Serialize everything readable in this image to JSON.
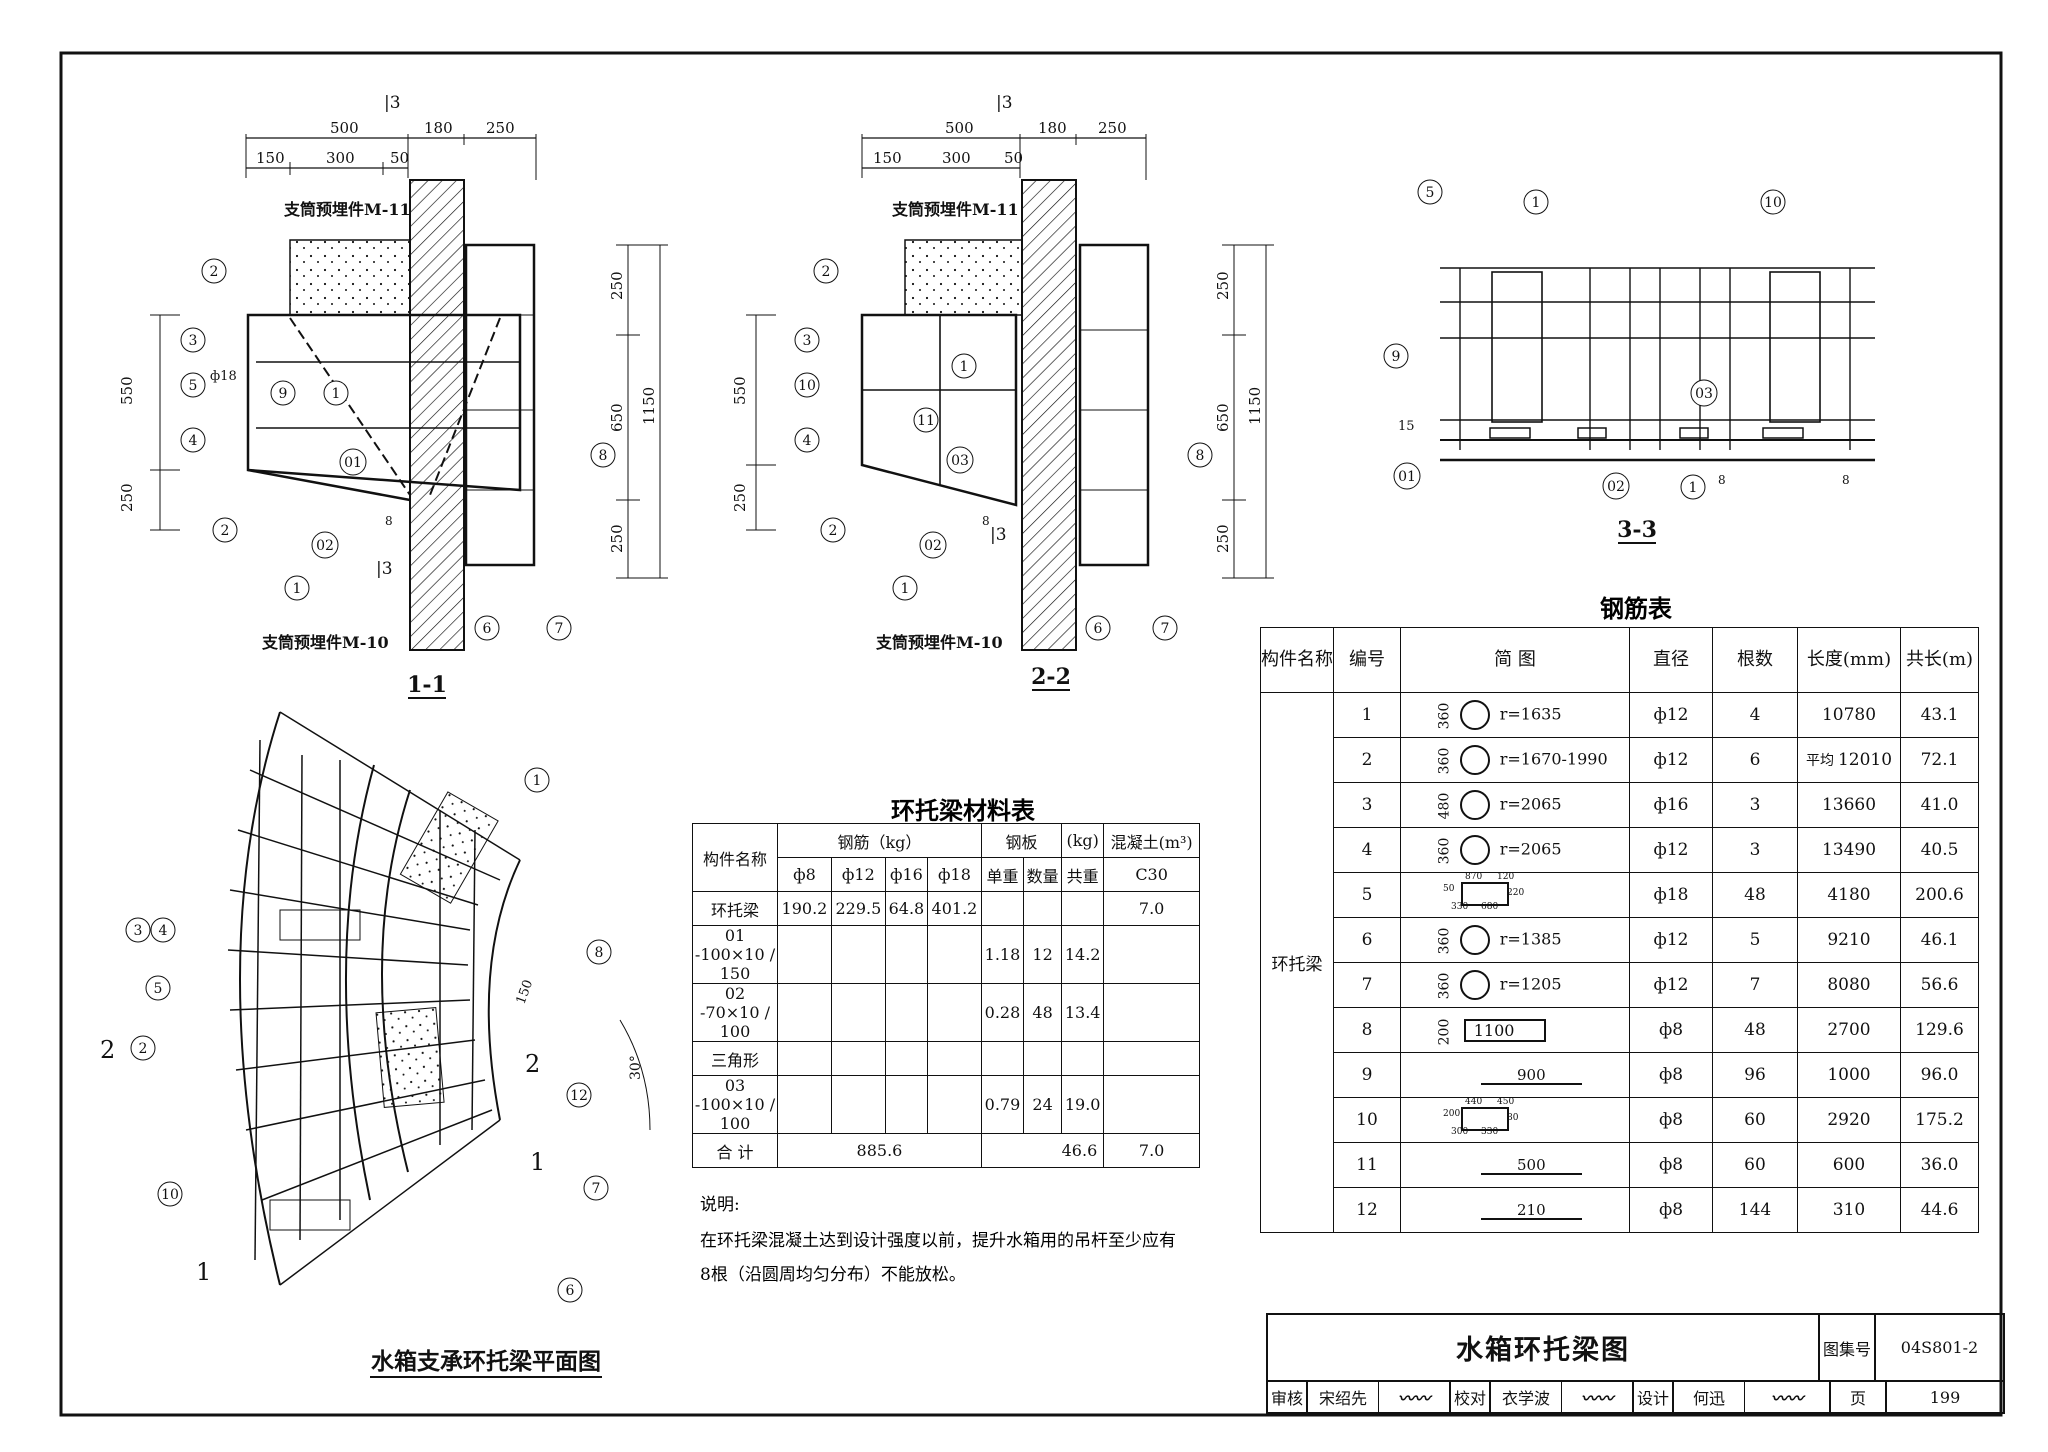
{
  "section_1_1": {
    "title": "1-1",
    "dims_top": [
      "500",
      "180",
      "250",
      "150",
      "300",
      "50"
    ],
    "dims_left": [
      "550",
      "250"
    ],
    "dims_right": [
      "250",
      "650",
      "250",
      "1150"
    ],
    "cut_mark": "3",
    "rebar_mark": "ф18",
    "tag_8": "8",
    "embed_top": "支筒预埋件M-11",
    "embed_bottom": "支筒预埋件M-10",
    "callouts": [
      "2",
      "3",
      "5",
      "4",
      "9",
      "1",
      "01",
      "2",
      "02",
      "1",
      "8",
      "6",
      "7"
    ]
  },
  "section_2_2": {
    "title": "2-2",
    "dims_top": [
      "500",
      "180",
      "250",
      "150",
      "300",
      "50"
    ],
    "dims_left": [
      "550",
      "250"
    ],
    "dims_right": [
      "250",
      "650",
      "250",
      "1150"
    ],
    "cut_mark": "3",
    "tag_8": "8",
    "embed_top": "支筒预埋件M-11",
    "embed_bottom": "支筒预埋件M-10",
    "callouts": [
      "2",
      "3",
      "10",
      "4",
      "11",
      "1",
      "03",
      "2",
      "02",
      "1",
      "8",
      "6",
      "7"
    ]
  },
  "section_3_3": {
    "title": "3-3",
    "callouts": [
      "5",
      "1",
      "10",
      "9",
      "03",
      "01",
      "02",
      "1"
    ],
    "dim": "15",
    "tag": "8"
  },
  "plan": {
    "title": "水箱支承环托梁平面图",
    "callouts": [
      "1",
      "3",
      "4",
      "5",
      "8",
      "2",
      "12",
      "10",
      "7",
      "6"
    ],
    "dim_150": "150",
    "angle": "30°",
    "sec_labels": [
      "2",
      "2",
      "1",
      "1"
    ]
  },
  "material_table": {
    "title": "环托梁材料表",
    "header": {
      "name": "构件名称",
      "rebar": "钢筋（kg）",
      "plate": "钢板",
      "plate_unit": "(kg)",
      "concrete": "混凝土(m³)",
      "d8": "ф8",
      "d12": "ф12",
      "d16": "ф16",
      "d18": "ф18",
      "unit_weight": "单重",
      "qty": "数量",
      "total_w": "共重",
      "c30": "C30"
    },
    "rows": [
      {
        "name": "环托梁",
        "d8": "190.2",
        "d12": "229.5",
        "d16": "64.8",
        "d18": "401.2",
        "uw": "",
        "qty": "",
        "tw": "",
        "conc": "7.0"
      },
      {
        "name": "01 -100×10 / 150",
        "d8": "",
        "d12": "",
        "d16": "",
        "d18": "",
        "uw": "1.18",
        "qty": "12",
        "tw": "14.2",
        "conc": ""
      },
      {
        "name": "02 -70×10 / 100",
        "d8": "",
        "d12": "",
        "d16": "",
        "d18": "",
        "uw": "0.28",
        "qty": "48",
        "tw": "13.4",
        "conc": ""
      },
      {
        "name": "三角形",
        "d8": "",
        "d12": "",
        "d16": "",
        "d18": "",
        "uw": "",
        "qty": "",
        "tw": "",
        "conc": ""
      },
      {
        "name": "03 -100×10 / 100",
        "d8": "",
        "d12": "",
        "d16": "",
        "d18": "",
        "uw": "0.79",
        "qty": "24",
        "tw": "19.0",
        "conc": ""
      }
    ],
    "total": {
      "label": "合  计",
      "rebar": "885.6",
      "plate": "46.6",
      "conc": "7.0"
    }
  },
  "notes": {
    "heading": "说明:",
    "line1": "在环托梁混凝土达到设计强度以前，提升水箱用的吊杆至少应有",
    "line2": "8根（沿圆周均匀分布）不能放松。"
  },
  "rebar_table": {
    "title": "钢筋表",
    "header": {
      "member": "构件名称",
      "no": "编号",
      "sketch": "简      图",
      "dia": "直径",
      "count": "根数",
      "length": "长度(mm)",
      "total": "共长(m)"
    },
    "member": "环托梁",
    "rows": [
      {
        "no": "1",
        "h": "360",
        "r": "r=1635",
        "dia": "ф12",
        "count": "4",
        "length": "10780",
        "total": "43.1",
        "avg": ""
      },
      {
        "no": "2",
        "h": "360",
        "r": "r=1670-1990",
        "dia": "ф12",
        "count": "6",
        "length": "12010",
        "total": "72.1",
        "avg": "平均"
      },
      {
        "no": "3",
        "h": "480",
        "r": "r=2065",
        "dia": "ф16",
        "count": "3",
        "length": "13660",
        "total": "41.0",
        "avg": ""
      },
      {
        "no": "4",
        "h": "360",
        "r": "r=2065",
        "dia": "ф12",
        "count": "3",
        "length": "13490",
        "total": "40.5",
        "avg": ""
      },
      {
        "no": "5",
        "h": "",
        "r": "",
        "dia": "ф18",
        "count": "48",
        "length": "4180",
        "total": "200.6",
        "avg": ""
      },
      {
        "no": "6",
        "h": "360",
        "r": "r=1385",
        "dia": "ф12",
        "count": "5",
        "length": "9210",
        "total": "46.1",
        "avg": ""
      },
      {
        "no": "7",
        "h": "360",
        "r": "r=1205",
        "dia": "ф12",
        "count": "7",
        "length": "8080",
        "total": "56.6",
        "avg": ""
      },
      {
        "no": "8",
        "h": "200",
        "r": "1100",
        "dia": "ф8",
        "count": "48",
        "length": "2700",
        "total": "129.6",
        "avg": ""
      },
      {
        "no": "9",
        "h": "",
        "r": "900",
        "dia": "ф8",
        "count": "96",
        "length": "1000",
        "total": "96.0",
        "avg": ""
      },
      {
        "no": "10",
        "h": "",
        "r": "",
        "dia": "ф8",
        "count": "60",
        "length": "2920",
        "total": "175.2",
        "avg": ""
      },
      {
        "no": "11",
        "h": "",
        "r": "500",
        "dia": "ф8",
        "count": "60",
        "length": "600",
        "total": "36.0",
        "avg": ""
      },
      {
        "no": "12",
        "h": "",
        "r": "210",
        "dia": "ф8",
        "count": "144",
        "length": "310",
        "total": "44.6",
        "avg": ""
      }
    ],
    "sketch5": [
      "870",
      "120",
      "50",
      "220",
      "330",
      "680"
    ],
    "sketch10": [
      "440",
      "450",
      "200",
      "80",
      "300",
      "330"
    ]
  },
  "title_block": {
    "drawing_title": "水箱环托梁图",
    "atlas_label": "图集号",
    "atlas_no": "04S801-2",
    "review_label": "审核",
    "reviewer": "宋绍先",
    "check_label": "校对",
    "checker": "衣学波",
    "design_label": "设计",
    "designer": "何迅",
    "page_label": "页",
    "page_no": "199"
  }
}
